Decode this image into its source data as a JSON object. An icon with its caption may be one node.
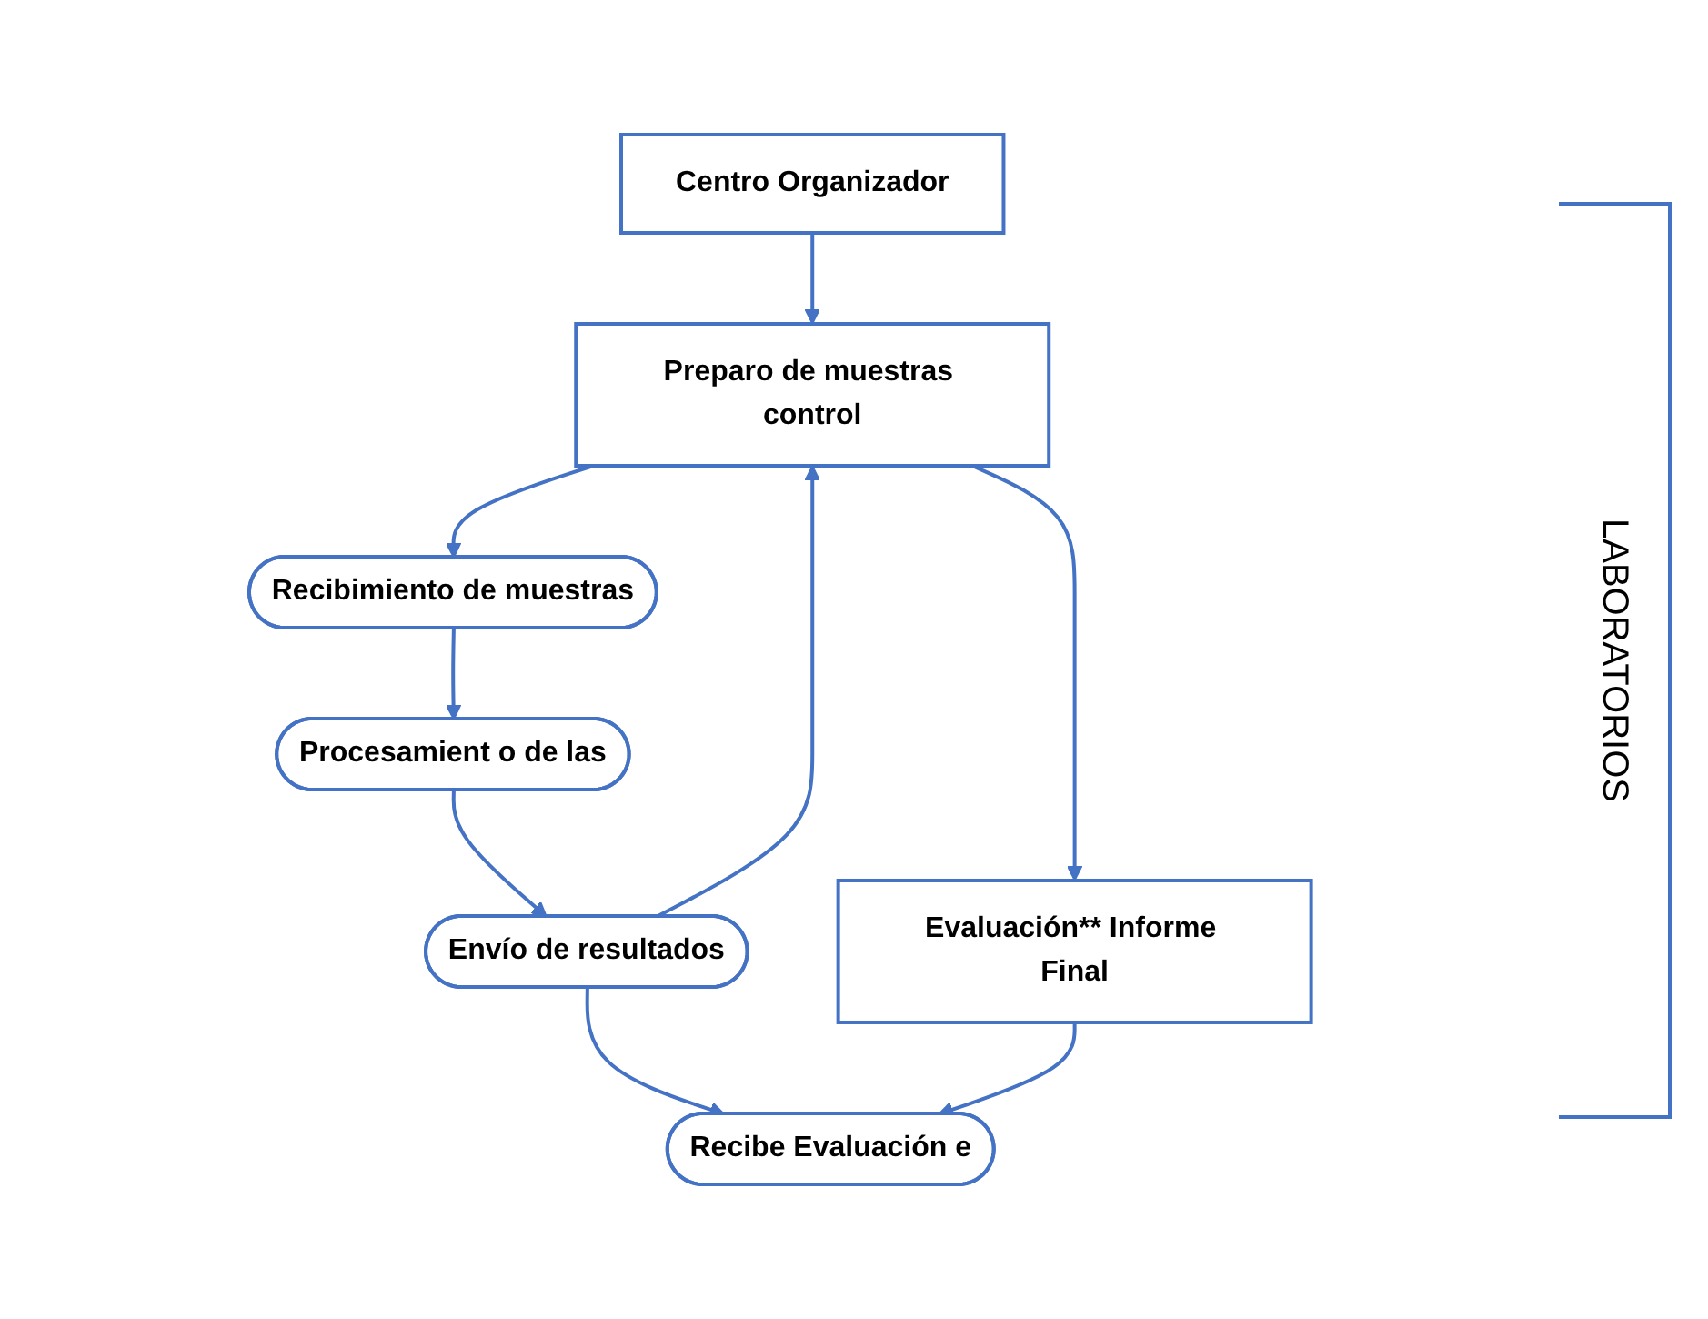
{
  "diagram": {
    "nodes": [
      {
        "text": [
          "Centro Organizador"
        ]
      },
      {
        "text": [
          "Preparo de muestras control"
        ]
      },
      {
        "text": [
          "Evaluación** Informe Final"
        ]
      },
      {
        "text": [
          "Recibimiento de muestras"
        ]
      },
      {
        "text": [
          "Procesamient o de las"
        ]
      },
      {
        "text": [
          "Envío de resultados"
        ]
      },
      {
        "text": [
          "Recibe Evaluación e"
        ]
      }
    ],
    "edges": [
      {
        "from": 0,
        "to": 1,
        "arrow": "to"
      },
      {
        "from": 1,
        "to": 3,
        "arrow": "to"
      },
      {
        "from": 3,
        "to": 4,
        "arrow": "to"
      },
      {
        "from": 4,
        "to": 5,
        "arrow": "to"
      },
      {
        "from": 5,
        "to": 1,
        "arrow": "to"
      },
      {
        "from": 1,
        "to": 2,
        "arrow": "to"
      },
      {
        "from": 5,
        "to": 6,
        "arrow": "to"
      },
      {
        "from": 2,
        "to": 6,
        "arrow": "to"
      }
    ],
    "labels": [
      "LABORATORIOS"
    ]
  }
}
